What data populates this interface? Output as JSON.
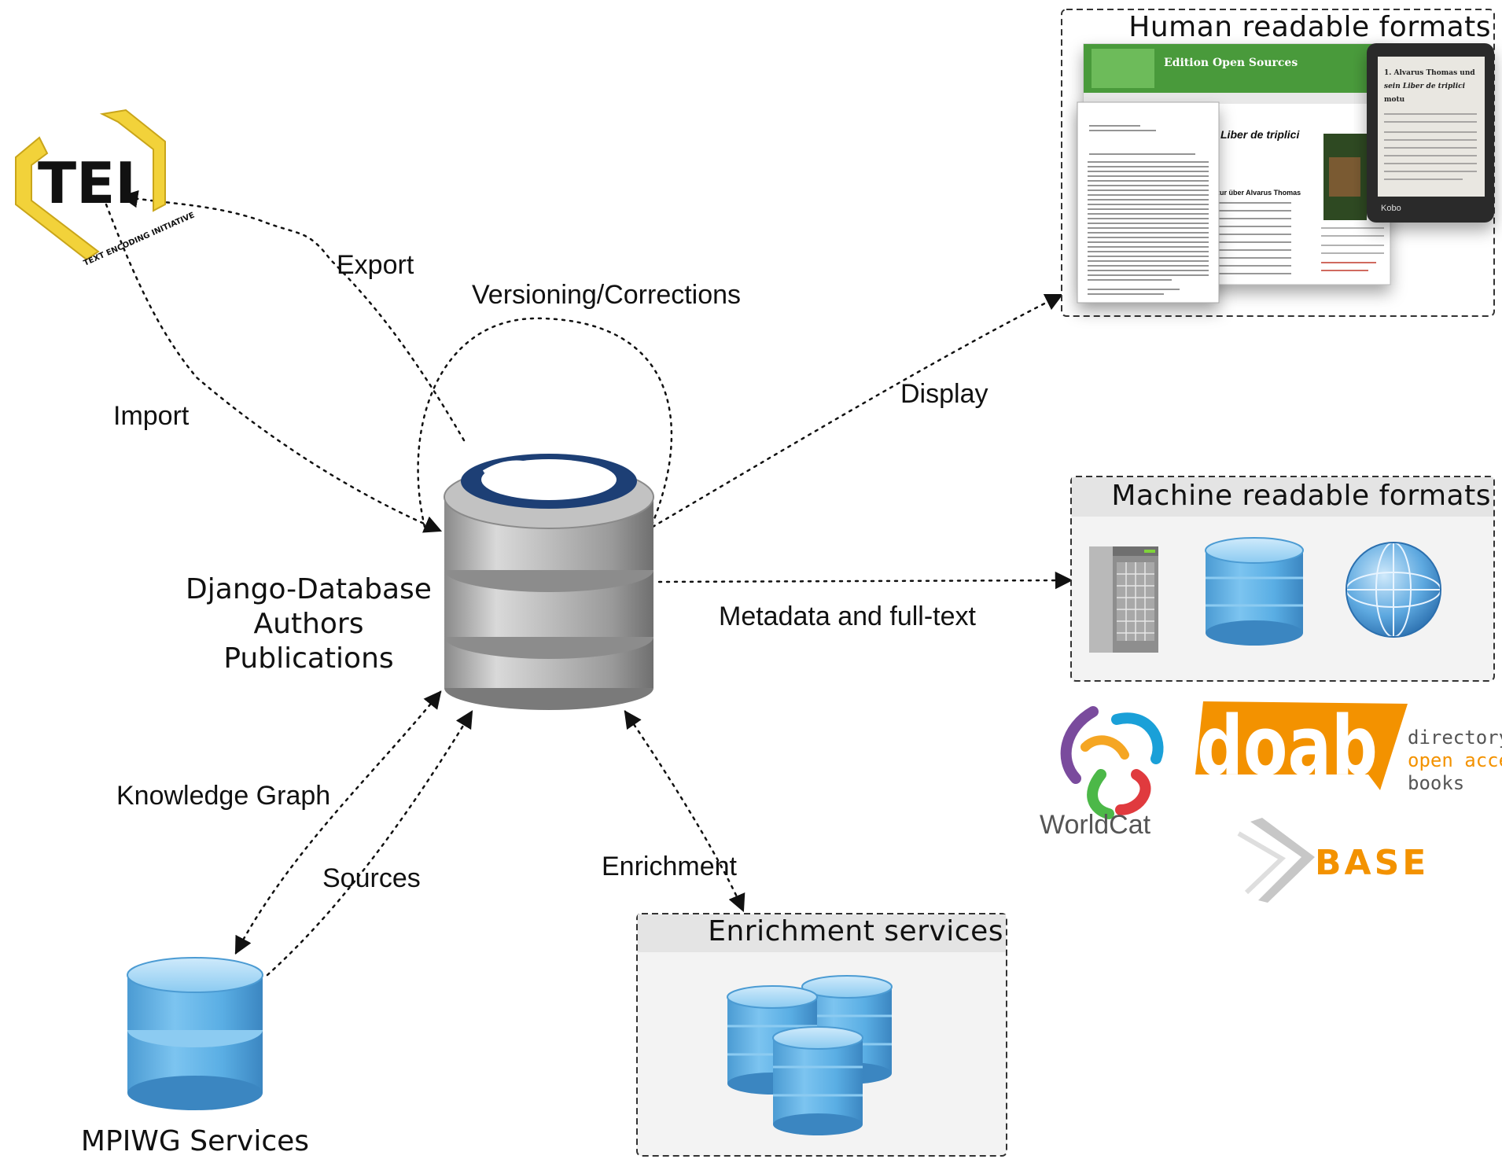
{
  "central_db": {
    "lines": [
      "Django-Database",
      "Authors",
      "Publications"
    ]
  },
  "edges": {
    "export": "Export",
    "import": "Import",
    "versioning": "Versioning/Corrections",
    "display": "Display",
    "metadata": "Metadata and full-text",
    "knowledge_graph": "Knowledge Graph",
    "sources": "Sources",
    "enrichment": "Enrichment"
  },
  "boxes": {
    "human": {
      "title": "Human readable formats"
    },
    "machine": {
      "title": "Machine readable formats"
    },
    "enrichment": {
      "title": "Enrichment services"
    }
  },
  "mpiwg": {
    "label": "MPIWG Services"
  },
  "logos": {
    "tei": {
      "main": "TEI",
      "sub": "TEXT ENCODING INITIATIVE"
    },
    "worldcat": "WorldCat",
    "doab": {
      "main": "doab",
      "line1": "directory of",
      "line2": "open access",
      "line3": "books"
    },
    "base": "BASE",
    "eos_header": "Edition Open Sources",
    "ereader_line1": "1. Alvarus Thomas und",
    "ereader_line2": "sein Liber de triplici",
    "ereader_line3": "motu",
    "ereader_brand": "Kobo",
    "web_heading": "Liber de triplici",
    "web_subheading": "tur über Alvarus Thomas"
  },
  "colors": {
    "db_blue_top": "#a9d8f5",
    "db_blue_body": "#5fb1e6",
    "db_gray": "#b5b5b5",
    "tei_yellow": "#f2d23a",
    "eos_green": "#4a9a3a",
    "doab_orange": "#f39200",
    "worldcat_colors": [
      "#e03a3e",
      "#7a4b9d",
      "#1aa0d8",
      "#4cb848",
      "#f5a623"
    ]
  }
}
